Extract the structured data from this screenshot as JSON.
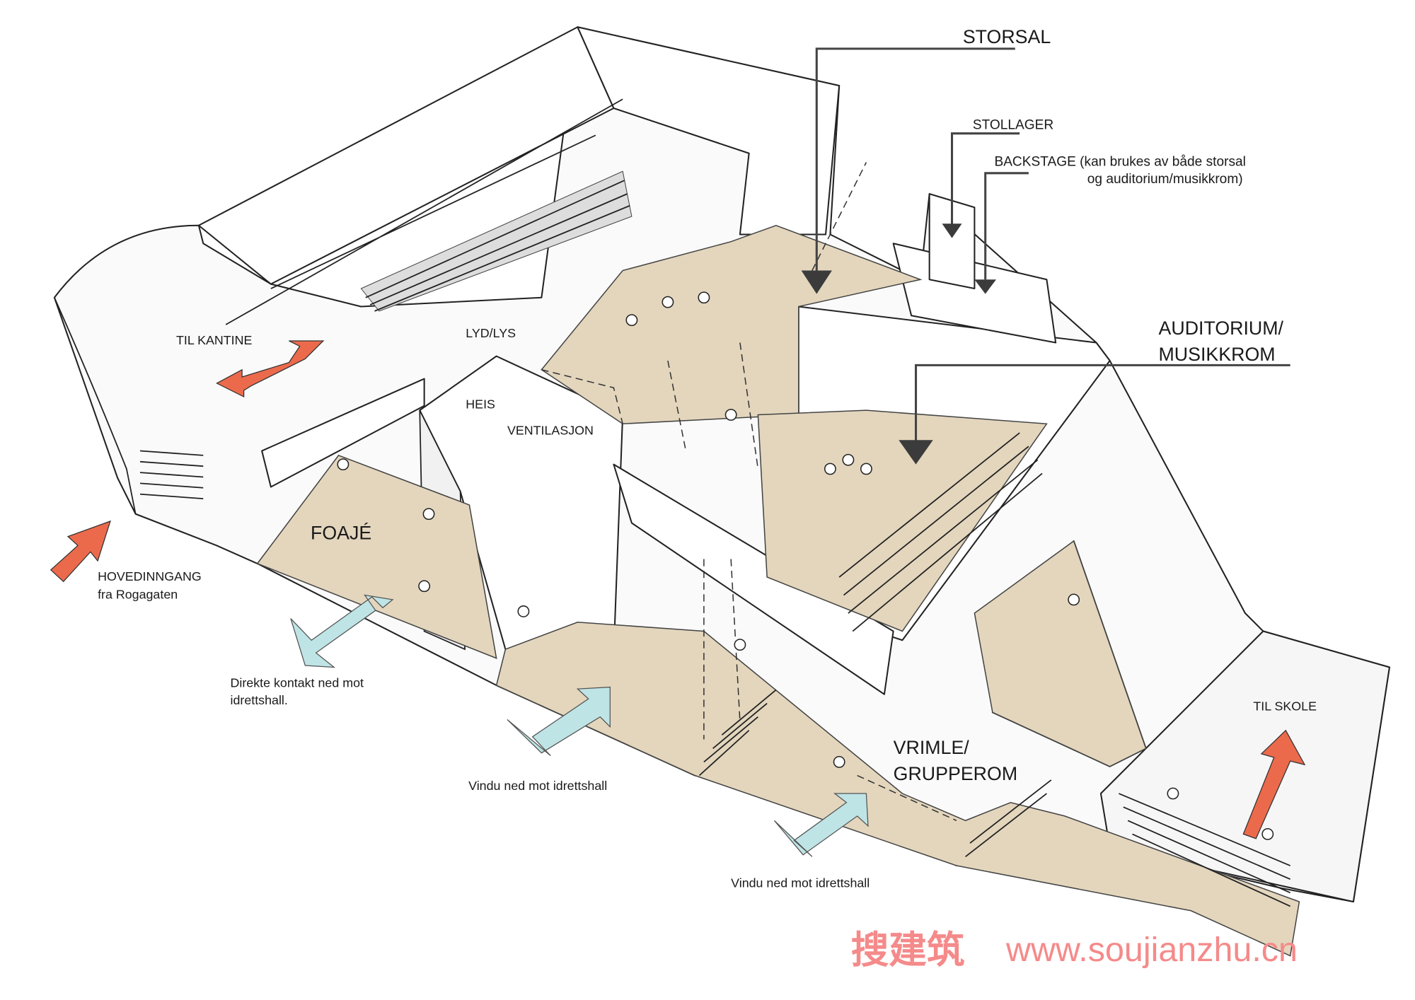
{
  "labels": {
    "storsal": "STORSAL",
    "stollager": "STOLLAGER",
    "backstage_line1": "BACKSTAGE (kan brukes av både storsal",
    "backstage_line2": "og auditorium/musikkrom)",
    "auditorium_line1": "AUDITORIUM/",
    "auditorium_line2": "MUSIKKROM",
    "til_kantine": "TIL KANTINE",
    "lyd_lys": "LYD/LYS",
    "heis": "HEIS",
    "ventilasjon": "VENTILASJON",
    "foaje": "FOAJÉ",
    "hovedinngang_line1": "HOVEDINNGANG",
    "hovedinngang_line2": "fra Rogagaten",
    "direkte_line1": "Direkte kontakt ned mot",
    "direkte_line2": "idrettshall.",
    "vindu_1": "Vindu ned mot idrettshall",
    "vrimle_line1": "VRIMLE/",
    "vrimle_line2": "GRUPPEROM",
    "vindu_2": "Vindu ned mot idrettshall",
    "til_skole": "TIL SKOLE"
  },
  "watermark": {
    "chinese": "搜建筑",
    "url": "www.soujianzhu.cn"
  },
  "colors": {
    "floor": "#e3d6bd",
    "arrow_red": "#ec6a4c",
    "arrow_blue": "#bfe4e6",
    "watermark": "#f58a8a"
  }
}
